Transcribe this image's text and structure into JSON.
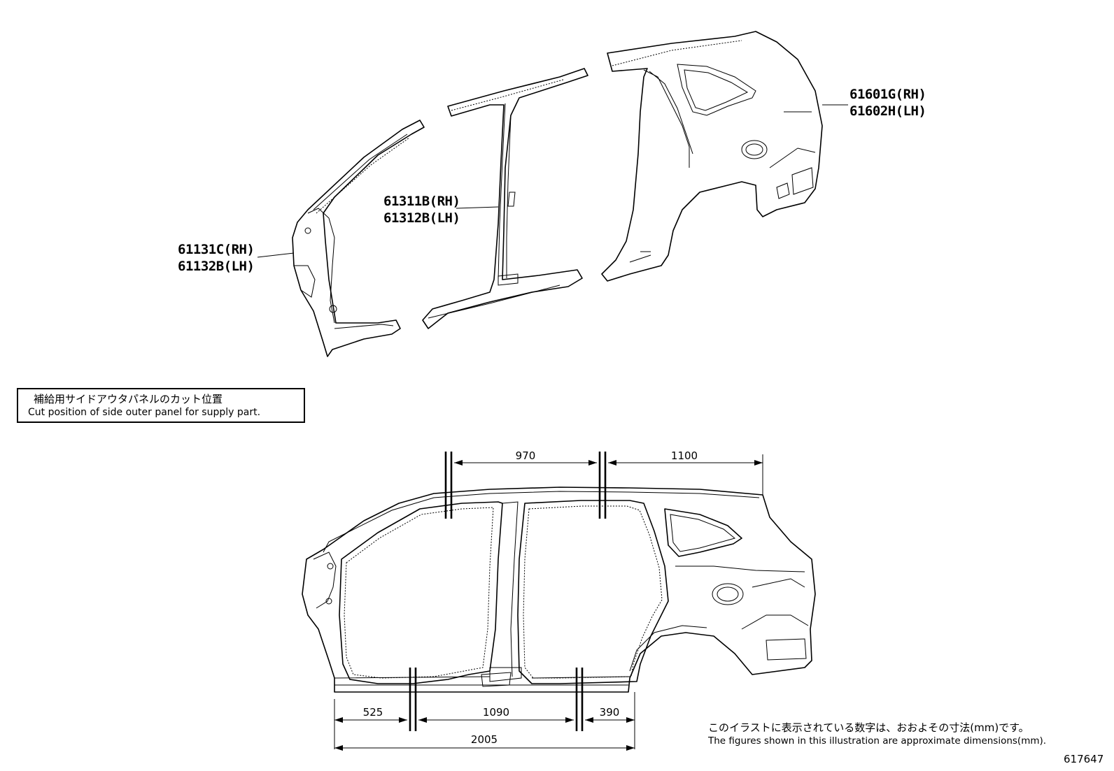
{
  "parts": [
    {
      "rh": "61131C(RH)",
      "lh": "61132B(LH)"
    },
    {
      "rh": "61311B(RH)",
      "lh": "61312B(LH)"
    },
    {
      "rh": "61601G(RH)",
      "lh": "61602H(LH)"
    }
  ],
  "cut_box": {
    "jp": "補給用サイドアウタパネルのカット位置",
    "en": "Cut position of side outer panel for supply part."
  },
  "dimensions": {
    "top": [
      "970",
      "1100"
    ],
    "bottom": [
      "525",
      "1090",
      "390"
    ],
    "total": "2005"
  },
  "note": {
    "jp": "このイラストに表示されている数字は、おおよその寸法(mm)です。",
    "en": "The figures shown in this illustration are approximate dimensions(mm)."
  },
  "diagram_id": "617647"
}
